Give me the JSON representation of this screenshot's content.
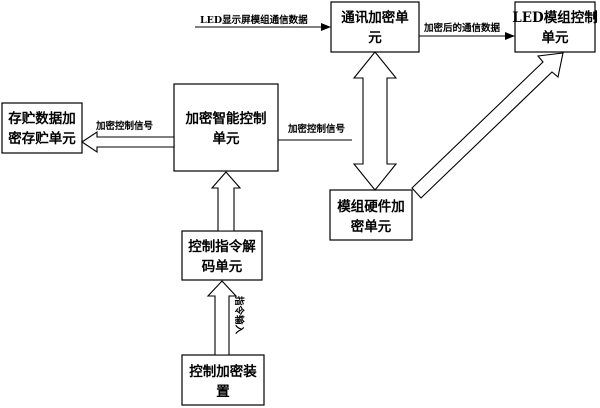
{
  "boxes": {
    "encrypt_comm": {
      "line1": "通讯加密单",
      "line2": "元"
    },
    "led_control": {
      "line1": "LED模组控制",
      "line2": "单元"
    },
    "storage": {
      "line1": "存贮数据加",
      "line2": "密存贮单元"
    },
    "smart_control": {
      "line1": "加密智能控制",
      "line2": "单元"
    },
    "hardware": {
      "line1": "模组硬件加",
      "line2": "密单元"
    },
    "decoder": {
      "line1": "控制指令解",
      "line2": "码单元"
    },
    "device": {
      "line1": "控制加密装",
      "line2": "置"
    }
  },
  "labels": {
    "led_display_data": "LED显示屏模组通信数据",
    "encrypted_data": "加密后的通信数据",
    "storage_signal": "加密控制信号",
    "control_signal": "加密控制信号",
    "instruction_input": "指令输入"
  }
}
